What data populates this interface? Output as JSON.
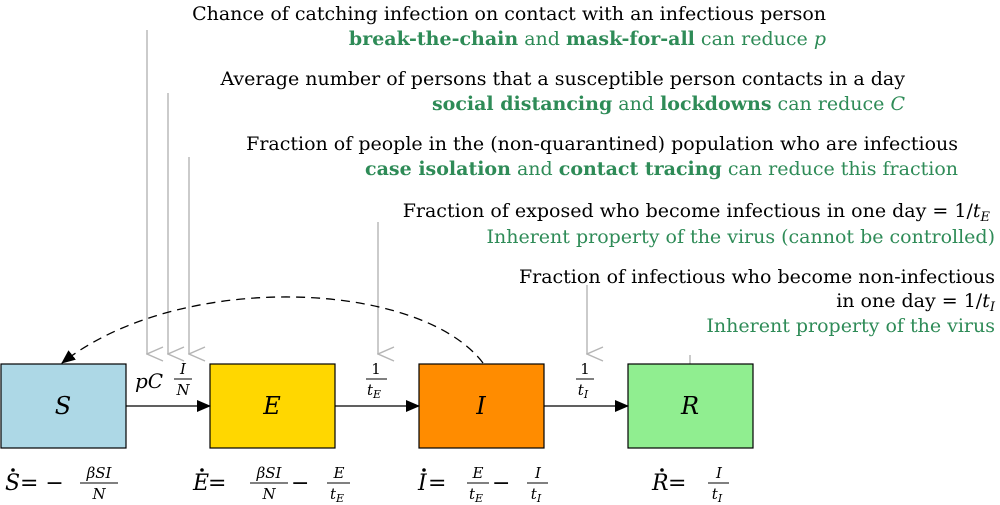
{
  "annotations": {
    "p": {
      "line1": "Chance of catching infection on contact with an infectious person",
      "line2": {
        "b1": "break-the-chain",
        "t1": " and ",
        "b2": "mask-for-all",
        "t2": " can reduce ",
        "sym": "p"
      }
    },
    "c": {
      "line1": "Average number of persons that a susceptible person contacts in a day",
      "line2": {
        "b1": "social distancing",
        "t1": " and ",
        "b2": "lockdowns",
        "t2": " can reduce ",
        "sym": "C"
      }
    },
    "frac": {
      "line1": "Fraction of people in the (non-quarantined) population who are infectious",
      "line2": {
        "b1": "case isolation",
        "t1": " and ",
        "b2": "contact tracing",
        "t2": " can reduce this fraction"
      }
    },
    "te": {
      "line1": "Fraction of exposed who become infectious in one day = 1/",
      "sym": "t",
      "sub": "E",
      "line2": "Inherent property of the virus (cannot be controlled)"
    },
    "ti": {
      "line1": "Fraction of infectious who become non-infectious",
      "line2": "in one day = 1/",
      "sym": "t",
      "sub": "I",
      "line3": "Inherent property of the virus"
    }
  },
  "boxes": [
    {
      "id": "S",
      "label": "S",
      "color": "#add8e6"
    },
    {
      "id": "E",
      "label": "E",
      "color": "#ffd700"
    },
    {
      "id": "I",
      "label": "I",
      "color": "#ff8c00"
    },
    {
      "id": "R",
      "label": "R",
      "color": "#90ee90"
    }
  ],
  "rates": {
    "se": {
      "pc": "pC",
      "num": "I",
      "den": "N"
    },
    "ei": {
      "num": "1",
      "den": "t",
      "den_sub": "E"
    },
    "ir": {
      "num": "1",
      "den": "t",
      "den_sub": "I"
    }
  },
  "equations": {
    "s": {
      "lhs": "S",
      "eq": " = −",
      "num": "βSI",
      "den": "N"
    },
    "e": {
      "lhs": "E",
      "eq": " = ",
      "num1": "βSI",
      "den1": "N",
      "minus": " − ",
      "num2": "E",
      "den2": "t",
      "den2_sub": "E"
    },
    "i": {
      "lhs": "I",
      "eq": " = ",
      "num1": "E",
      "den1": "t",
      "den1_sub": "E",
      "minus": " − ",
      "num2": "I",
      "den2": "t",
      "den2_sub": "I"
    },
    "r": {
      "lhs": "R",
      "eq": " = ",
      "num": "I",
      "den": "t",
      "den_sub": "I"
    }
  },
  "colors": {
    "green": "#2e8b57",
    "pointer": "#b5b5b5"
  }
}
